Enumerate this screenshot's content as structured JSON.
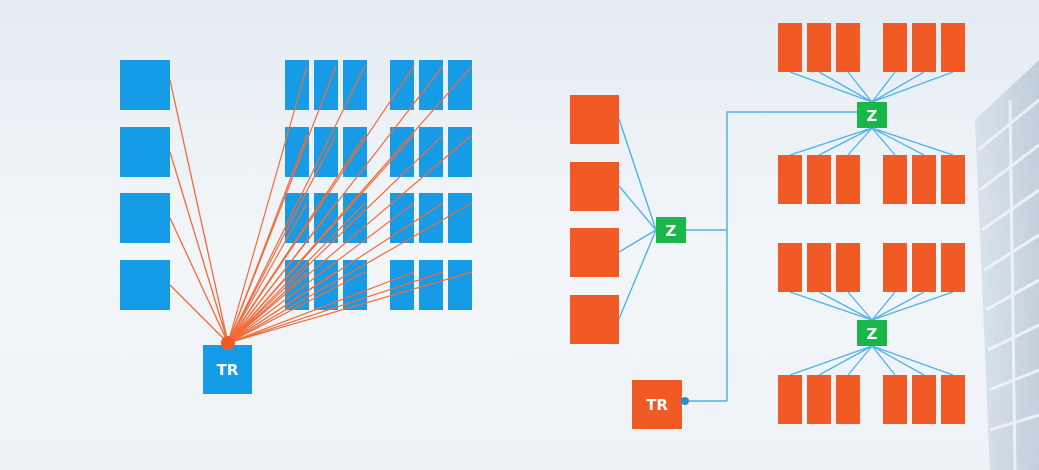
{
  "colors": {
    "blue": "#169be6",
    "orange": "#f15a24",
    "green": "#19b74a",
    "line_blue": "#4fb3e8",
    "line_orange": "#f26b3a"
  },
  "left_diagram": {
    "tr_label": "TR"
  },
  "right_diagram": {
    "tr_label": "TR",
    "z_center_label": "Z",
    "z_top_label": "Z",
    "z_bottom_label": "Z"
  }
}
